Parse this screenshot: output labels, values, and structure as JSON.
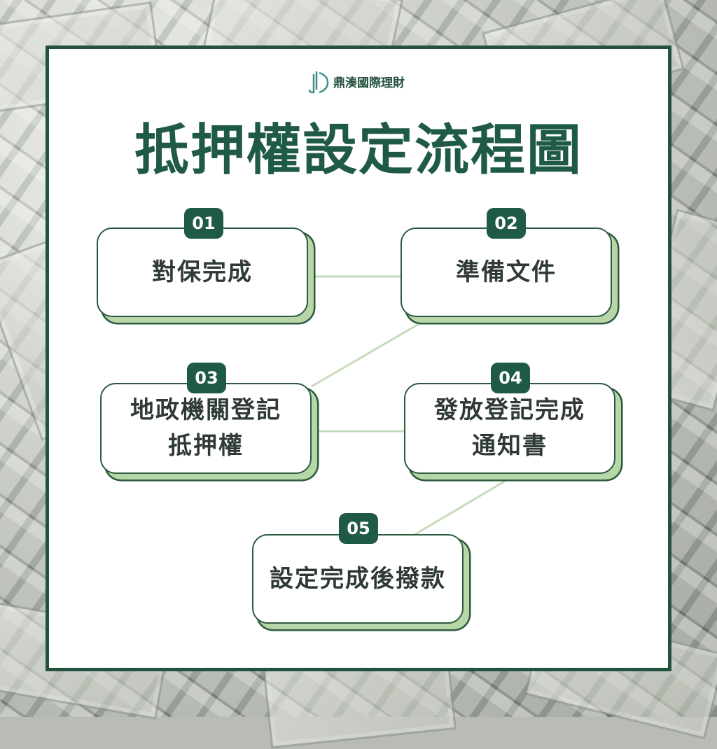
{
  "brand": {
    "name": "鼎湊國際理財"
  },
  "title": "抵押權設定流程圖",
  "colors": {
    "primary": "#1f5a44",
    "accent": "#b8d7a8",
    "line": "#c5dcbb"
  },
  "steps": [
    {
      "number": "01",
      "label": "對保完成"
    },
    {
      "number": "02",
      "label": "準備文件"
    },
    {
      "number": "03",
      "label": "地政機關登記\n抵押權"
    },
    {
      "number": "04",
      "label": "發放登記完成\n通知書"
    },
    {
      "number": "05",
      "label": "設定完成後撥款"
    }
  ]
}
